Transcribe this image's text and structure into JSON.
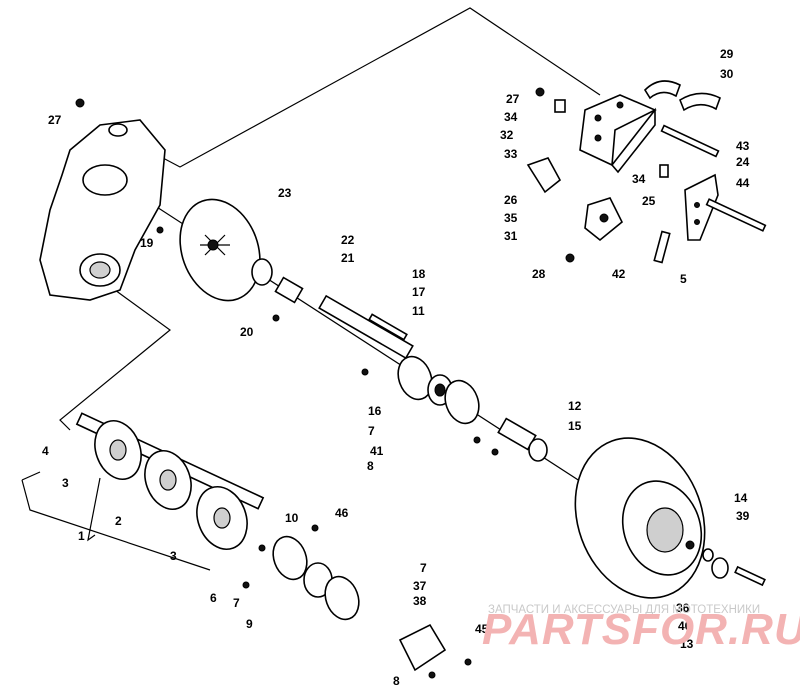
{
  "watermark": {
    "caption": "ЗАПЧАСТИ И АКСЕССУАРЫ ДЛЯ МОТОТЕХНИКИ",
    "brand": "PARTSFOR.RU"
  },
  "part_labels": [
    {
      "id": "l1",
      "text": "1"
    },
    {
      "id": "l2",
      "text": "2"
    },
    {
      "id": "l3a",
      "text": "3"
    },
    {
      "id": "l3b",
      "text": "3"
    },
    {
      "id": "l4",
      "text": "4"
    },
    {
      "id": "l5",
      "text": "5"
    },
    {
      "id": "l6",
      "text": "6"
    },
    {
      "id": "l7a",
      "text": "7"
    },
    {
      "id": "l7b",
      "text": "7"
    },
    {
      "id": "l7c",
      "text": "7"
    },
    {
      "id": "l8a",
      "text": "8"
    },
    {
      "id": "l8b",
      "text": "8"
    },
    {
      "id": "l9",
      "text": "9"
    },
    {
      "id": "l10",
      "text": "10"
    },
    {
      "id": "l11",
      "text": "11"
    },
    {
      "id": "l12",
      "text": "12"
    },
    {
      "id": "l13",
      "text": "13"
    },
    {
      "id": "l14",
      "text": "14"
    },
    {
      "id": "l15",
      "text": "15"
    },
    {
      "id": "l16",
      "text": "16"
    },
    {
      "id": "l17",
      "text": "17"
    },
    {
      "id": "l18",
      "text": "18"
    },
    {
      "id": "l19",
      "text": "19"
    },
    {
      "id": "l20",
      "text": "20"
    },
    {
      "id": "l21",
      "text": "21"
    },
    {
      "id": "l22",
      "text": "22"
    },
    {
      "id": "l23",
      "text": "23"
    },
    {
      "id": "l24",
      "text": "24"
    },
    {
      "id": "l25",
      "text": "25"
    },
    {
      "id": "l26",
      "text": "26"
    },
    {
      "id": "l27a",
      "text": "27"
    },
    {
      "id": "l27b",
      "text": "27"
    },
    {
      "id": "l28",
      "text": "28"
    },
    {
      "id": "l29",
      "text": "29"
    },
    {
      "id": "l30",
      "text": "30"
    },
    {
      "id": "l31",
      "text": "31"
    },
    {
      "id": "l32",
      "text": "32"
    },
    {
      "id": "l33",
      "text": "33"
    },
    {
      "id": "l34a",
      "text": "34"
    },
    {
      "id": "l34b",
      "text": "34"
    },
    {
      "id": "l35",
      "text": "35"
    },
    {
      "id": "l36",
      "text": "36"
    },
    {
      "id": "l37",
      "text": "37"
    },
    {
      "id": "l38",
      "text": "38"
    },
    {
      "id": "l39",
      "text": "39"
    },
    {
      "id": "l40",
      "text": "40"
    },
    {
      "id": "l41",
      "text": "41"
    },
    {
      "id": "l42",
      "text": "42"
    },
    {
      "id": "l43",
      "text": "43"
    },
    {
      "id": "l44",
      "text": "44"
    },
    {
      "id": "l45",
      "text": "45"
    },
    {
      "id": "l46",
      "text": "46"
    }
  ]
}
